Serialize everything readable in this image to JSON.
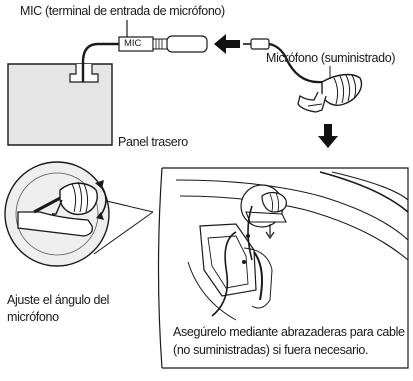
{
  "labels": {
    "mic_terminal": "MIC (terminal de entrada de micrófono)",
    "mic_plug": "MIC",
    "microphone_supplied": "Micrófono (suministrado)",
    "rear_panel": "Panel trasero",
    "adjust_angle_line1": "Ajuste el ángulo del",
    "adjust_angle_line2": "micrófono",
    "secure_line1": "Asegúrelo mediante abrazaderas para cable",
    "secure_line2": "(no suministradas) si fuera necesario."
  },
  "colors": {
    "line": "#1a1a1a",
    "panel_fill": "#e6e6e6",
    "zoom_fill": "#efefef"
  },
  "icons": [
    "arrow-left-icon",
    "arrow-down-icon",
    "rotate-arrow-icon"
  ]
}
